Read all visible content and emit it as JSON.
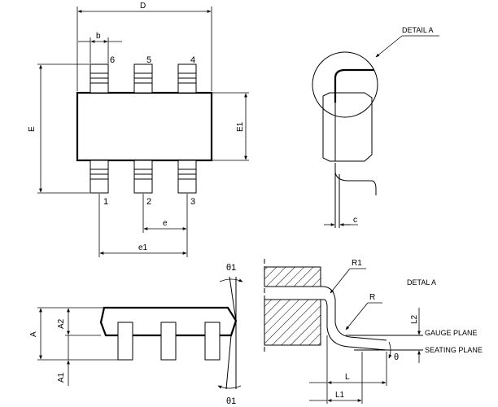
{
  "dimension_labels": {
    "D": "D",
    "b": "b",
    "E": "E",
    "E1": "E1",
    "e": "e",
    "e1": "e1",
    "c": "c",
    "A": "A",
    "A1": "A1",
    "A2": "A2",
    "theta1_top": "θ1",
    "theta1_bottom": "θ1",
    "R1": "R1",
    "R": "R",
    "L": "L",
    "L1": "L1",
    "L2": "L2",
    "theta": "θ"
  },
  "pin_numbers": {
    "p1": "1",
    "p2": "2",
    "p3": "3",
    "p4": "4",
    "p5": "5",
    "p6": "6"
  },
  "detail_labels": {
    "detail_callout": "DETAIL A",
    "detail_title": "DETAL A"
  },
  "plane_labels": {
    "gauge": "GAUGE PLANE",
    "seating": "SEATING PLANE"
  }
}
